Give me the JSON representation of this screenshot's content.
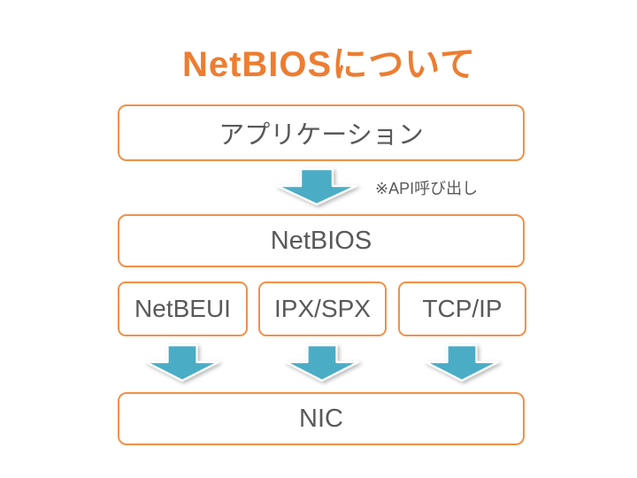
{
  "slide": {
    "title": "NetBIOSについて"
  },
  "diagram": {
    "application_box": "アプリケーション",
    "api_call_label": "※API呼び出し",
    "netbios_box": "NetBIOS",
    "protocol_boxes": [
      "NetBEUI",
      "IPX/SPX",
      "TCP/IP"
    ],
    "nic_box": "NIC"
  },
  "colors": {
    "title_orange": "#ED7D31",
    "box_border_orange": "#F09148",
    "box_text_gray": "#595959",
    "arrow_teal": "#4BACC6",
    "arrow_outline_white": "#FFFFFF",
    "background": "#FFFFFF"
  }
}
